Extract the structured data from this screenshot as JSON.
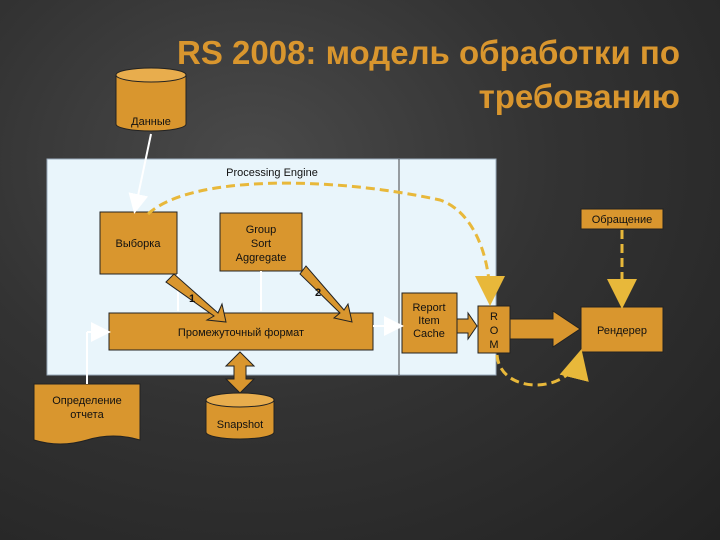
{
  "title": {
    "line1": "RS 2008: модель обработки по",
    "line2": "требованию"
  },
  "nodes": {
    "data": "Данные",
    "engine": "Processing Engine",
    "select": "Выборка",
    "group": [
      "Group",
      "Sort",
      "Aggregate"
    ],
    "intermediate": "Промежуточный формат",
    "report_def": [
      "Определение",
      "отчета"
    ],
    "snapshot": "Snapshot",
    "cache": [
      "Report",
      "Item",
      "Cache"
    ],
    "rom": [
      "R",
      "O",
      "M"
    ],
    "renderer": "Рендерер",
    "request": "Обращение"
  },
  "step_labels": [
    "1",
    "2"
  ],
  "colors": {
    "box": "#d9962e",
    "dash": "#e8b83a",
    "engine_bg": "#e9f5fb",
    "title": "#d9962e"
  }
}
